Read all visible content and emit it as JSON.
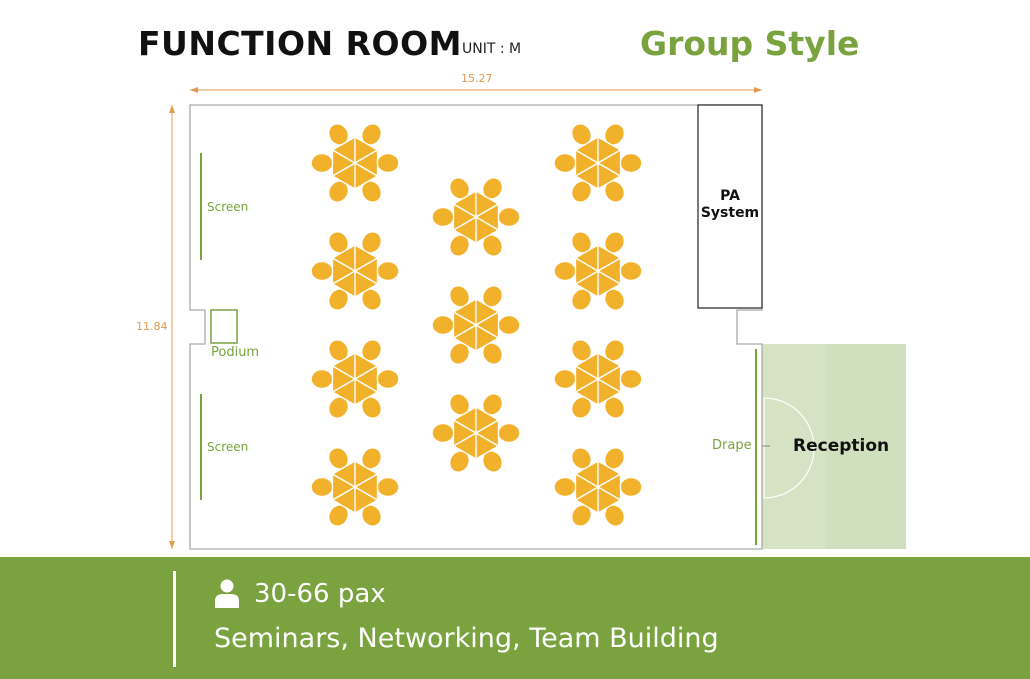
{
  "header": {
    "title": "FUNCTION ROOM",
    "unit": "UNIT : M",
    "style_name": "Group Style"
  },
  "floor_plan": {
    "width_dimension": "15.27",
    "height_dimension": "11.84",
    "labels": {
      "screen_top": "Screen",
      "screen_bottom": "Screen",
      "podium": "Podium",
      "pa_system_line1": "PA",
      "pa_system_line2": "System",
      "drape": "Drape",
      "reception": "Reception"
    },
    "colors": {
      "table": "#f2b12b",
      "accent_green": "#7aa23f",
      "dimension": "#e39a4b",
      "reception_fill": "#d6e2c4"
    }
  },
  "footer": {
    "icon": "person-icon",
    "capacity": "30-66 pax",
    "uses": "Seminars, Networking, Team Building"
  }
}
